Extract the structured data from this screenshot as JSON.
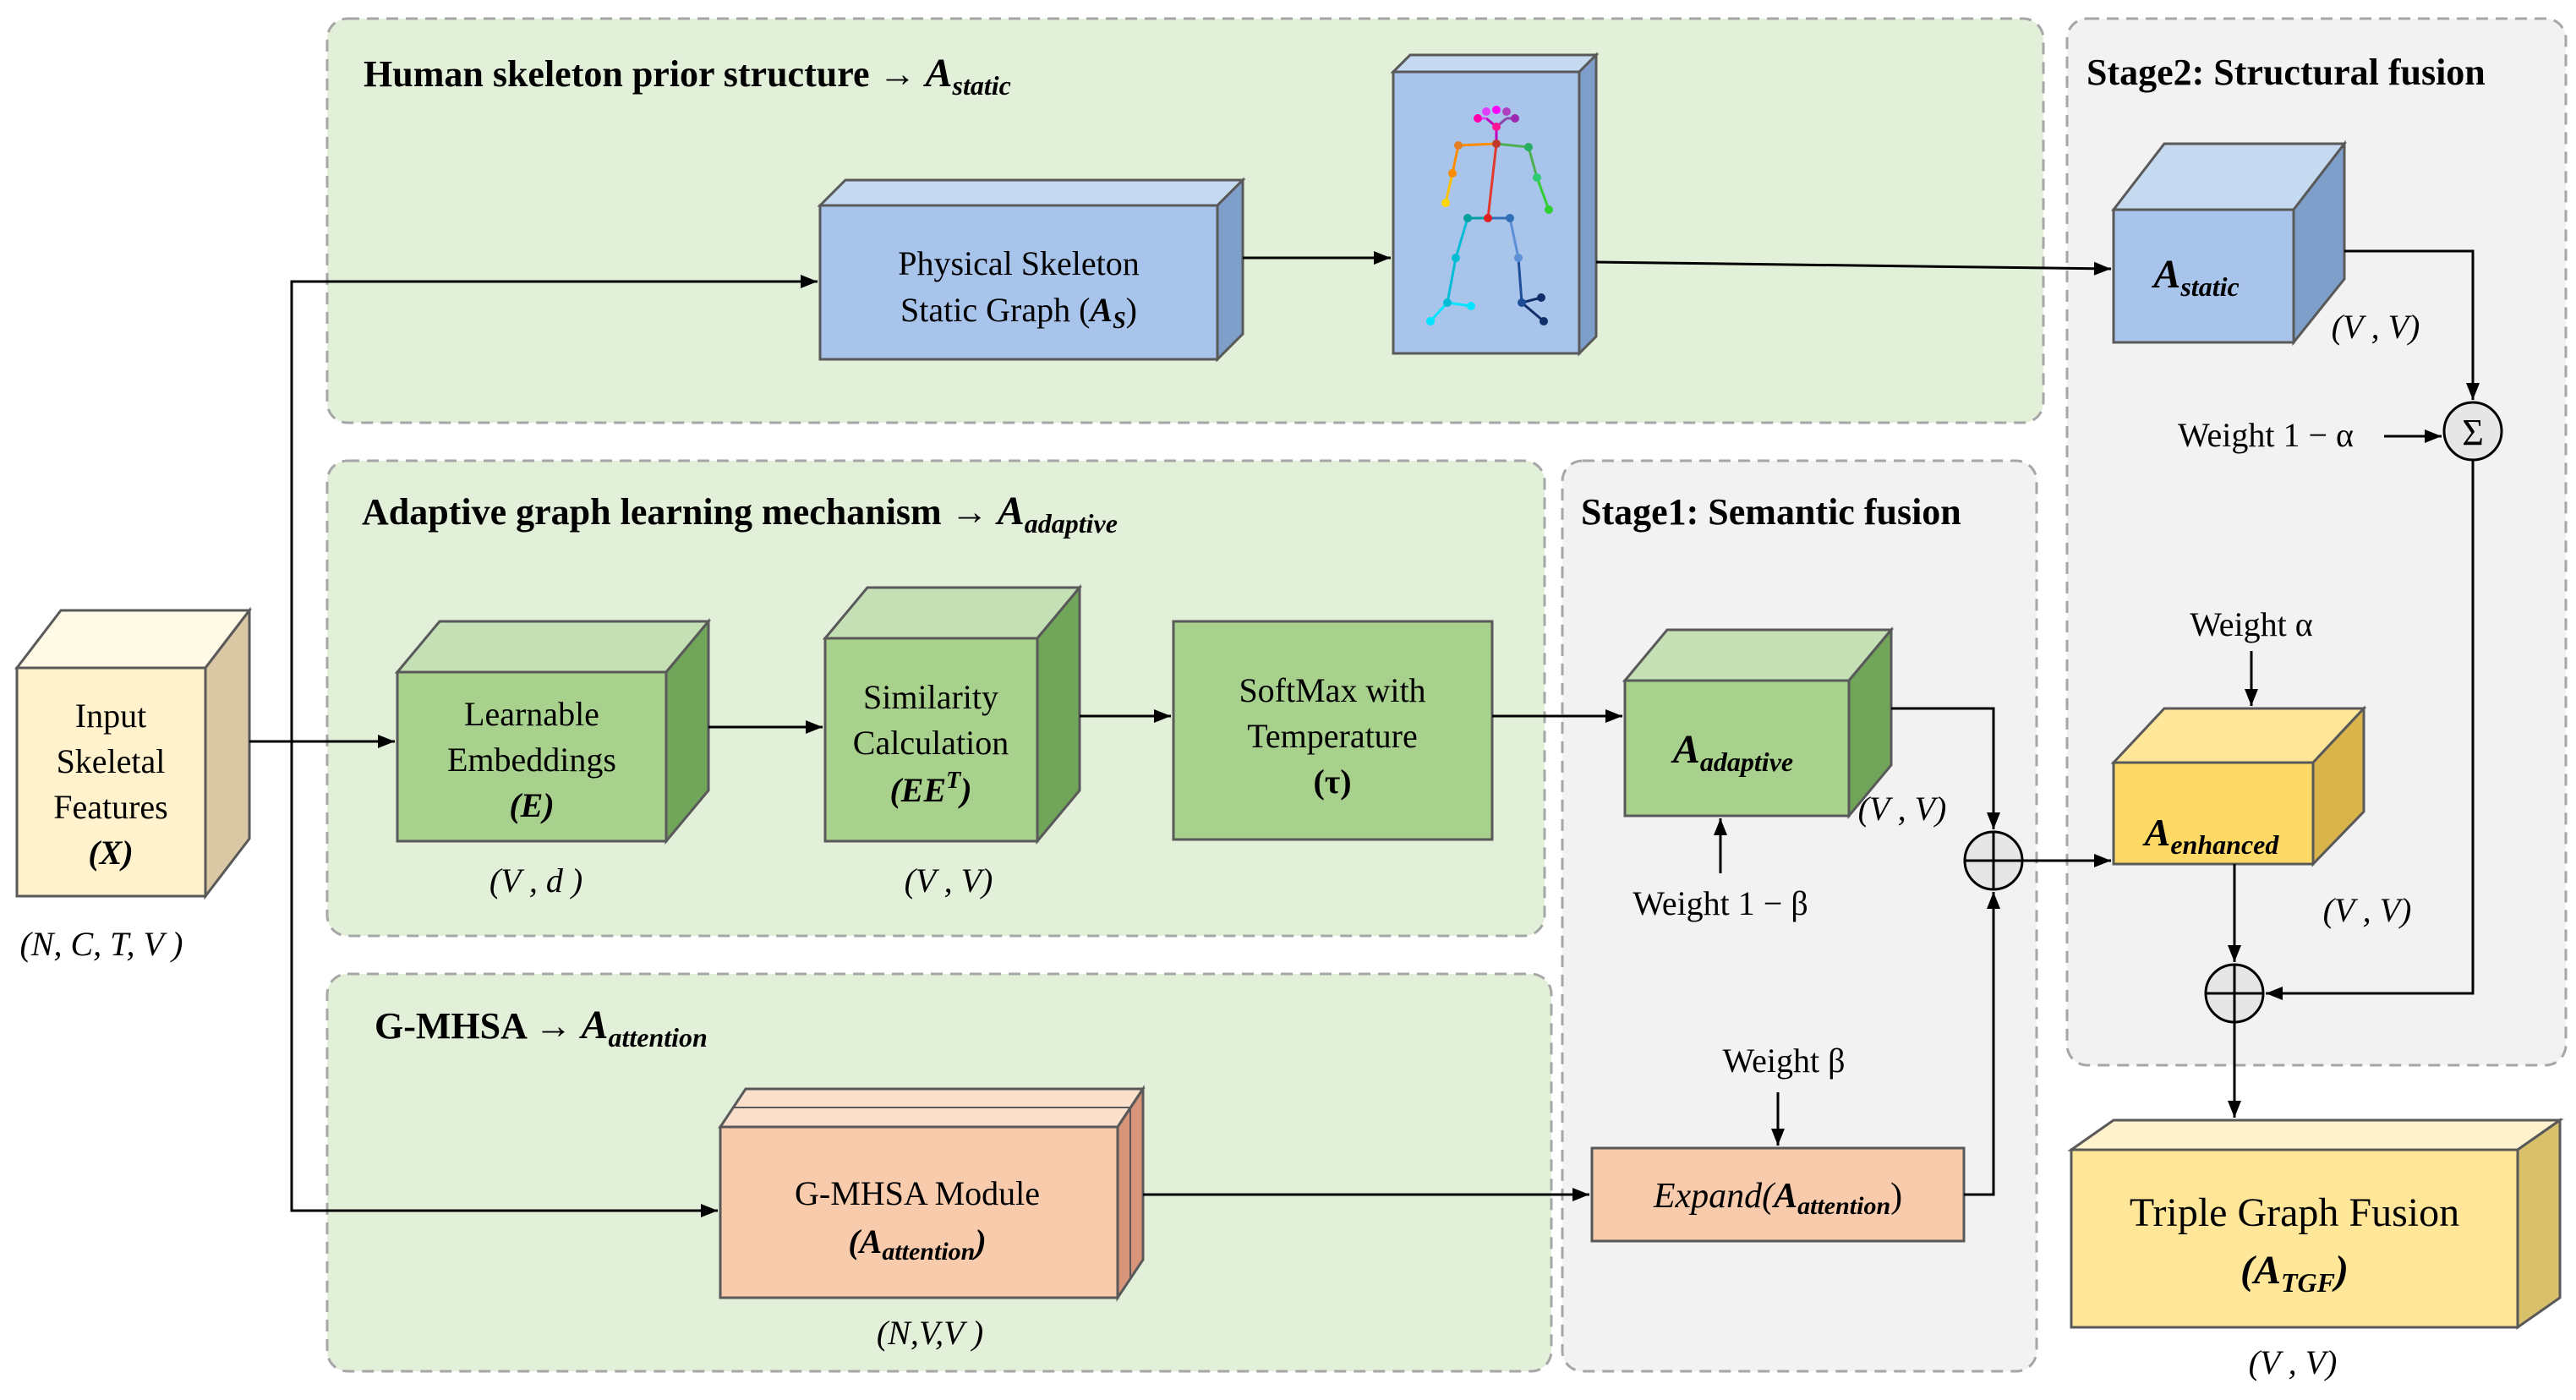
{
  "colors": {
    "green_region": "#e2f0d9",
    "gray_region": "#f2f2f2",
    "blue_box": "#a9c4eb",
    "green_box": "#a9d18e",
    "orange_box": "#f8cbad",
    "input_box": "#fff2cc",
    "yellow_box": "#ffd966",
    "tgf_box": "#ffe699"
  },
  "regions": {
    "static_title": "Human skeleton prior structure →",
    "static_title_math": "A",
    "static_title_sub": "static",
    "adaptive_title": "Adaptive graph learning mechanism →",
    "adaptive_title_math": "A",
    "adaptive_title_sub": "adaptive",
    "attention_title": "G-MHSA →",
    "attention_title_math": "A",
    "attention_title_sub": "attention",
    "stage1_title": "Stage1: Semantic fusion",
    "stage2_title": "Stage2: Structural fusion"
  },
  "input": {
    "line1": "Input",
    "line2": "Skeletal",
    "line3": "Features",
    "symbol": "(X)",
    "dims": "(N, C, T, V )"
  },
  "static_branch": {
    "box_line1": "Physical Skeleton",
    "box_line2": "Static Graph (",
    "box_math": "A",
    "box_sub": "S",
    "box_close": ")",
    "skeleton_icon": "human-skeleton-icon"
  },
  "adaptive_branch": {
    "embed_line1": "Learnable",
    "embed_line2": "Embeddings",
    "embed_symbol": "(E)",
    "embed_dims": "(V , d )",
    "sim_line1": "Similarity",
    "sim_line2": "Calculation",
    "sim_symbol": "(EE",
    "sim_sup": "T",
    "sim_close": ")",
    "sim_dims": "(V , V)",
    "softmax_line1": "SoftMax with",
    "softmax_line2": "Temperature",
    "softmax_symbol": "(τ)"
  },
  "attention_branch": {
    "module_line1": "G-MHSA Module",
    "module_math": "(A",
    "module_sub": "attention",
    "module_close": ")",
    "module_dims": "(N,V,V )"
  },
  "stage1": {
    "adaptive_math": "A",
    "adaptive_sub": "adaptive",
    "adaptive_dims": "(V , V)",
    "weight_adaptive": "Weight 1 − β",
    "weight_attention": "Weight β",
    "expand_text": "Expand(",
    "expand_math": "A",
    "expand_sub": "attention",
    "expand_close": ")"
  },
  "stage2": {
    "static_math": "A",
    "static_sub": "static",
    "static_dims": "(V , V)",
    "weight_static": "Weight  1 − α",
    "sum_symbol": "Σ",
    "weight_enhanced": "Weight α",
    "enhanced_math": "A",
    "enhanced_sub": "enhanced",
    "enhanced_dims": "(V , V)"
  },
  "output": {
    "line1": "Triple Graph Fusion",
    "math": "(A",
    "sub": "TGF",
    "close": ")",
    "dims": "(V , V)"
  }
}
